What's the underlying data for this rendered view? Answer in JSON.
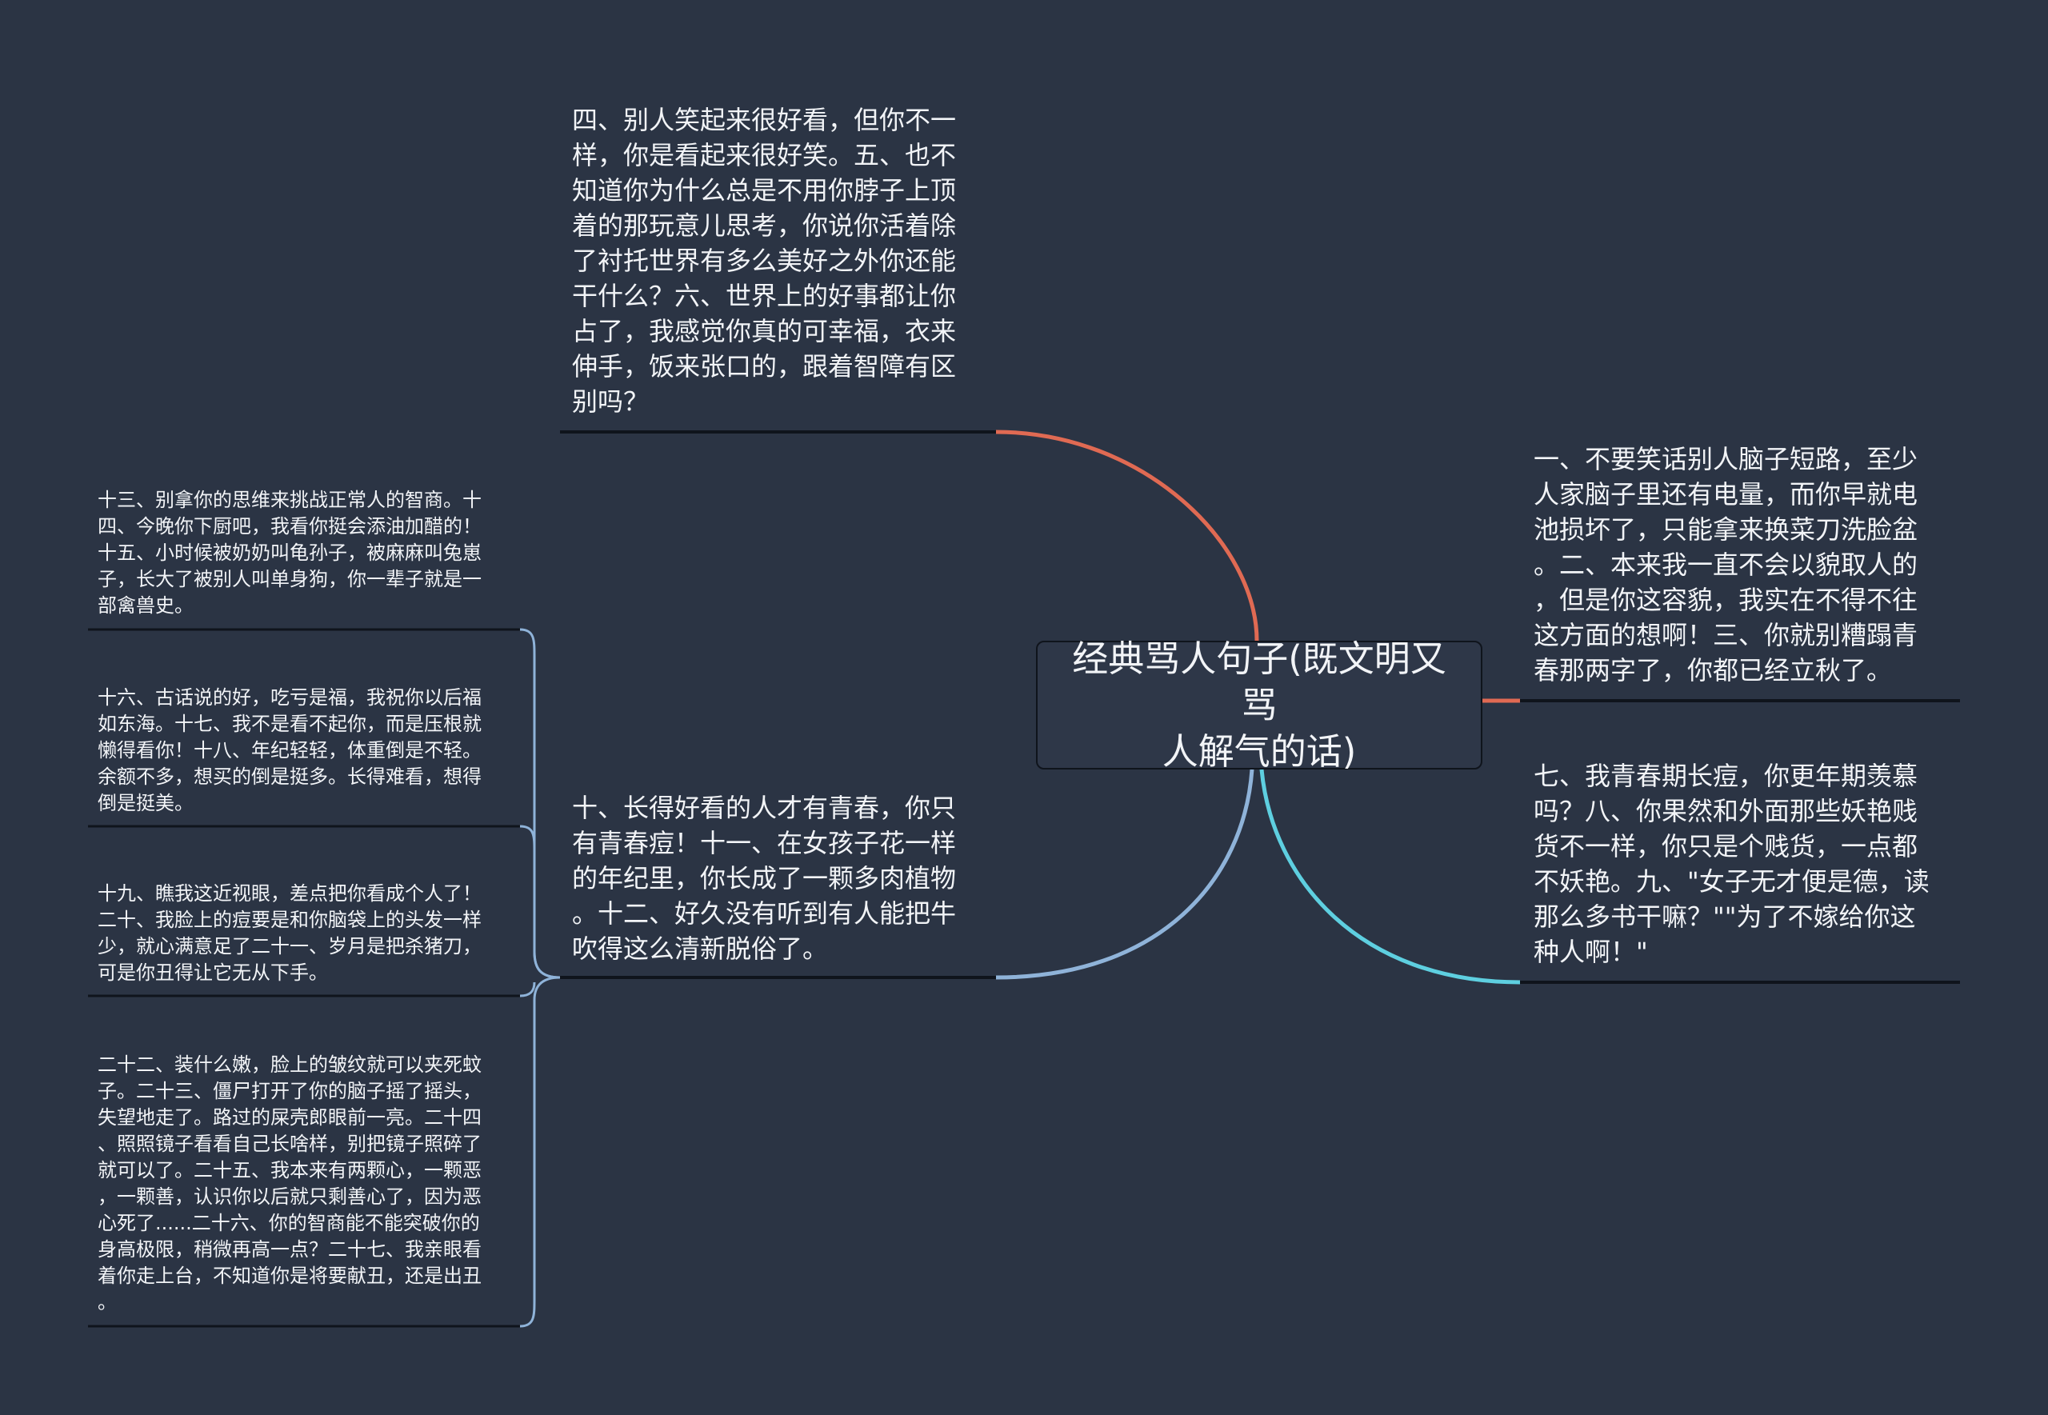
{
  "root": {
    "label": "经典骂人句子(既文明又骂\n人解气的话)"
  },
  "branches": [
    {
      "id": "top-left",
      "color": "#e06a53",
      "text": "四、别人笑起来很好看，但你不一\n样，你是看起来很好笑。五、也不\n知道你为什么总是不用你脖子上顶\n着的那玩意儿思考，你说你活着除\n了衬托世界有多么美好之外你还能\n干什么？六、世界上的好事都让你\n占了，我感觉你真的可幸福，衣来\n伸手，饭来张口的，跟着智障有区\n别吗？"
    },
    {
      "id": "right-upper",
      "color": "#e06a53",
      "text": "一、不要笑话别人脑子短路，至少\n人家脑子里还有电量，而你早就电\n池损坏了，只能拿来换菜刀洗脸盆\n。二、本来我一直不会以貌取人的\n，但是你这容貌，我实在不得不往\n这方面的想啊！三、你就别糟蹋青\n春那两字了，你都已经立秋了。"
    },
    {
      "id": "right-lower",
      "color": "#5ecfe0",
      "text": "七、我青春期长痘，你更年期羡慕\n吗？八、你果然和外面那些妖艳贱\n货不一样，你只是个贱货，一点都\n不妖艳。九、\"女子无才便是德，读\n那么多书干嘛？\"\"为了不嫁给你这\n种人啊！\""
    },
    {
      "id": "left-lower",
      "color": "#8fb3d9",
      "text": "十、长得好看的人才有青春，你只\n有青春痘！十一、在女孩子花一样\n的年纪里，你长成了一颗多肉植物\n。十二、好久没有听到有人能把牛\n吹得这么清新脱俗了。",
      "children": [
        {
          "text": "十三、别拿你的思维来挑战正常人的智商。十\n四、今晚你下厨吧，我看你挺会添油加醋的！\n十五、小时候被奶奶叫龟孙子，被麻麻叫兔崽\n子，长大了被别人叫单身狗，你一辈子就是一\n部禽兽史。"
        },
        {
          "text": "十六、古话说的好，吃亏是福，我祝你以后福\n如东海。十七、我不是看不起你，而是压根就\n懒得看你！十八、年纪轻轻，体重倒是不轻。\n余额不多，想买的倒是挺多。长得难看，想得\n倒是挺美。"
        },
        {
          "text": "十九、瞧我这近视眼，差点把你看成个人了！\n二十、我脸上的痘要是和你脑袋上的头发一样\n少，就心满意足了二十一、岁月是把杀猪刀，\n可是你丑得让它无从下手。"
        },
        {
          "text": "二十二、装什么嫩，脸上的皱纹就可以夹死蚊\n子。二十三、僵尸打开了你的脑子摇了摇头，\n失望地走了。路过的屎壳郎眼前一亮。二十四\n、照照镜子看看自己长啥样，别把镜子照碎了\n就可以了。二十五、我本来有两颗心，一颗恶\n，一颗善，认识你以后就只剩善心了，因为恶\n心死了......二十六、你的智商能不能突破你的\n身高极限，稍微再高一点？二十七、我亲眼看\n着你走上台，不知道你是将要献丑，还是出丑\n。"
        }
      ]
    }
  ],
  "colors": {
    "background": "#2b3444",
    "underline": "#0f141c",
    "sub_bracket": "#8fb3d9"
  }
}
